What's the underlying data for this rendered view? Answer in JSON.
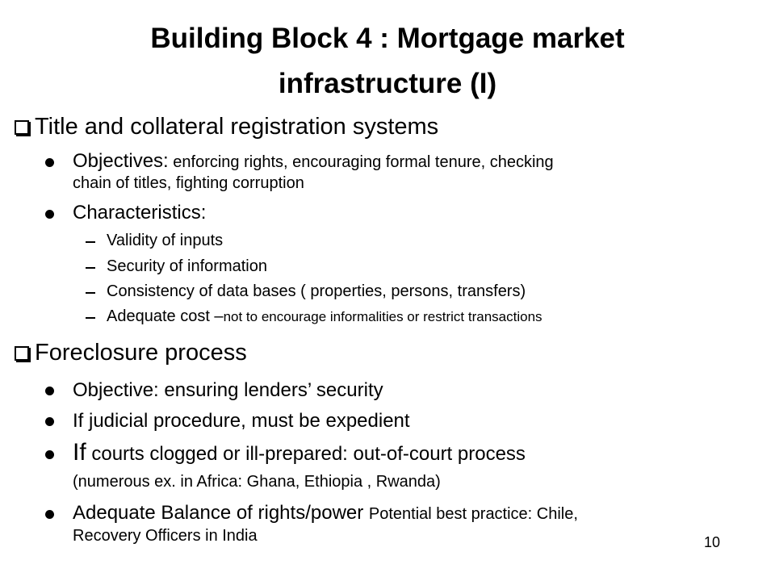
{
  "slide": {
    "title_line1": "Building Block 4 : Mortgage market",
    "title_line2": "infrastructure (I)",
    "section1": {
      "heading": "Title and collateral registration systems",
      "objectives_label": "Objectives:",
      "objectives_text": " enforcing rights, encouraging formal tenure, checking",
      "objectives_text_cont": "chain of titles, fighting corruption",
      "characteristics_label": "Characteristics:",
      "characteristics": [
        "Validity of inputs",
        "Security of information",
        "Consistency of data bases ( properties, persons, transfers)"
      ],
      "cost_label": "Adequate cost –",
      "cost_text": "not to encourage informalities or restrict transactions"
    },
    "section2": {
      "heading": "Foreclosure process",
      "objective": "Objective: ensuring lenders’ security",
      "judicial": "If judicial procedure, must be expedient",
      "courts_if": "If",
      "courts_text": " courts clogged or ill-prepared: out-of-court process",
      "courts_examples": "(numerous ex. in Africa: Ghana, Ethiopia , Rwanda)",
      "balance_label": "Adequate Balance of rights/power ",
      "balance_text": "Potential best practice: Chile,",
      "balance_text_cont": "Recovery Officers in India"
    },
    "page_number": "10"
  }
}
